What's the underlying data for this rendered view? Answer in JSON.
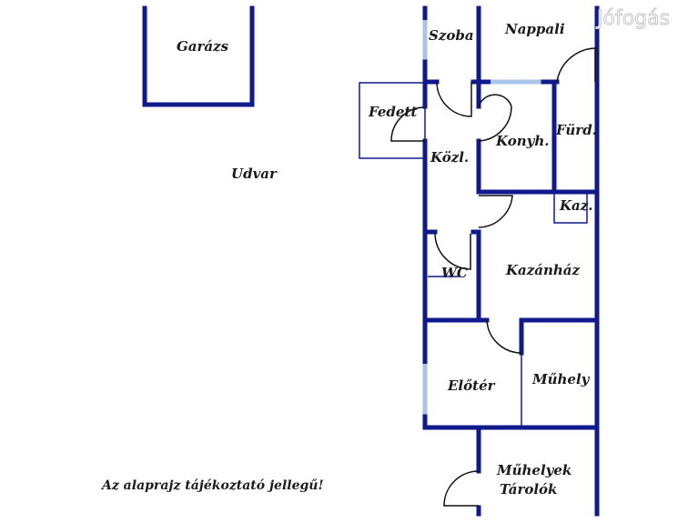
{
  "rooms": {
    "garage": "Garázs",
    "yard": "Udvar",
    "covered": "Fedett",
    "room": "Szoba",
    "living": "Nappali",
    "corridor": "Közl.",
    "kitchen": "Konyh.",
    "bath": "Fürd.",
    "boiler_small": "Kaz.",
    "wc": "WC",
    "boiler_room": "Kazánház",
    "hall": "Előtér",
    "workshop": "Műhely",
    "workshops_line1": "Műhelyek",
    "workshops_line2": "Tárolók"
  },
  "note": "Az alaprajz tájékoztató jellegű!",
  "watermark": "Jófogás",
  "colors": {
    "wall": "#0f1a8c",
    "window": "#a9c6e8"
  }
}
